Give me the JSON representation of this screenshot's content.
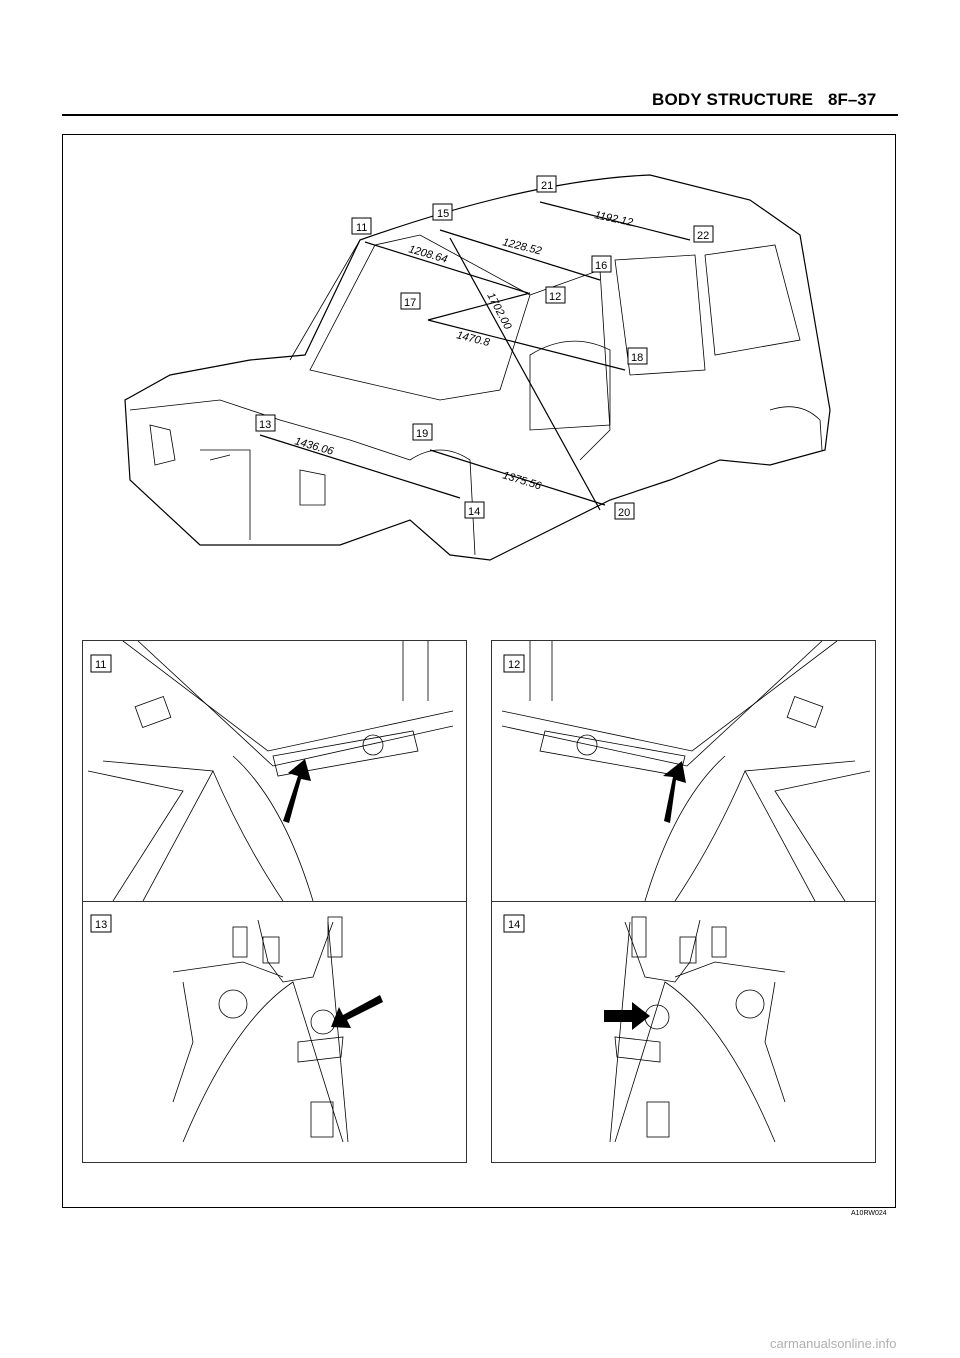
{
  "header": {
    "title": "BODY STRUCTURE",
    "page": "8F–37"
  },
  "figure": {
    "code": "A10RW024",
    "callouts": [
      "11",
      "12",
      "13",
      "14",
      "15",
      "16",
      "17",
      "18",
      "19",
      "20",
      "21",
      "22"
    ],
    "dimensions": [
      "1192.12",
      "1208.64",
      "1228.52",
      "1702.00",
      "1470.8",
      "1436.06",
      "1375.56"
    ]
  },
  "detail_panels": [
    {
      "label": "11"
    },
    {
      "label": "12"
    },
    {
      "label": "13"
    },
    {
      "label": "14"
    }
  ],
  "watermark": "carmanualsonline.info"
}
